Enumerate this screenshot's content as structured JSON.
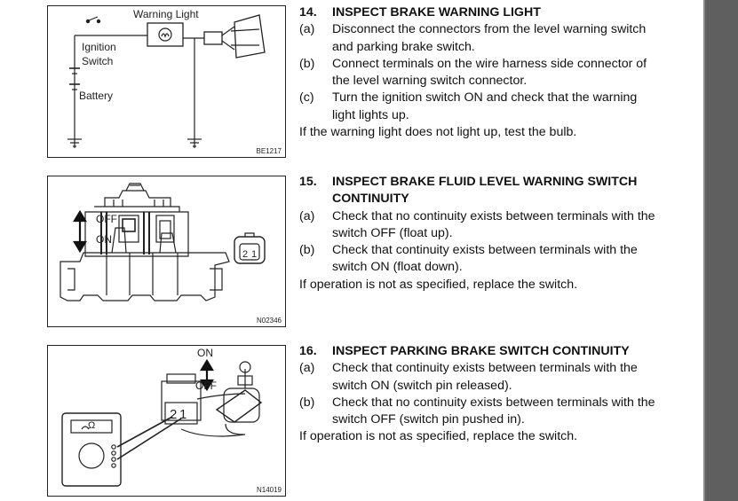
{
  "sections": [
    {
      "number": "14.",
      "title_lines": [
        "INSPECT BRAKE WARNING LIGHT"
      ],
      "items": [
        {
          "label": "(a)",
          "lines": [
            "Disconnect the connectors from the level warning switch",
            "and parking brake switch."
          ]
        },
        {
          "label": "(b)",
          "lines": [
            "Connect terminals on the wire harness side connector of",
            "the level warning switch connector."
          ]
        },
        {
          "label": "(c)",
          "lines": [
            "Turn the ignition switch ON and check that the warning",
            "light lights up."
          ]
        }
      ],
      "note": "If the warning light does not light up, test the bulb."
    },
    {
      "number": "15.",
      "title_lines": [
        "INSPECT BRAKE FLUID LEVEL WARNING SWITCH",
        "CONTINUITY"
      ],
      "items": [
        {
          "label": "(a)",
          "lines": [
            "Check that no continuity exists between terminals with the",
            "switch OFF (float up)."
          ]
        },
        {
          "label": "(b)",
          "lines": [
            "Check that continuity exists between terminals with the",
            "switch ON (float down)."
          ]
        }
      ],
      "note": "If operation is not as specified, replace the switch."
    },
    {
      "number": "16.",
      "title_lines": [
        "INSPECT PARKING BRAKE SWITCH CONTINUITY"
      ],
      "items": [
        {
          "label": "(a)",
          "lines": [
            "Check that continuity exists between terminals with the",
            "switch ON (switch pin released)."
          ]
        },
        {
          "label": "(b)",
          "lines": [
            "Check that no continuity exists between terminals with the",
            "switch OFF (switch pin pushed in)."
          ]
        }
      ],
      "note": "If operation is not as specified, replace the switch."
    }
  ],
  "figures": {
    "fig1": {
      "code": "BE1217",
      "labels": {
        "warning_light": "Warning Light",
        "ignition_1": "Ignition",
        "ignition_2": "Switch",
        "battery": "Battery"
      }
    },
    "fig2": {
      "code": "N02346",
      "labels": {
        "off": "OFF",
        "on": "ON",
        "terminal_2": "2",
        "terminal_1": "1"
      }
    },
    "fig3": {
      "code": "N14019",
      "labels": {
        "on": "ON",
        "off": "OFF",
        "terminal_2": "2",
        "terminal_1": "1",
        "ohm": "Ω"
      }
    }
  }
}
